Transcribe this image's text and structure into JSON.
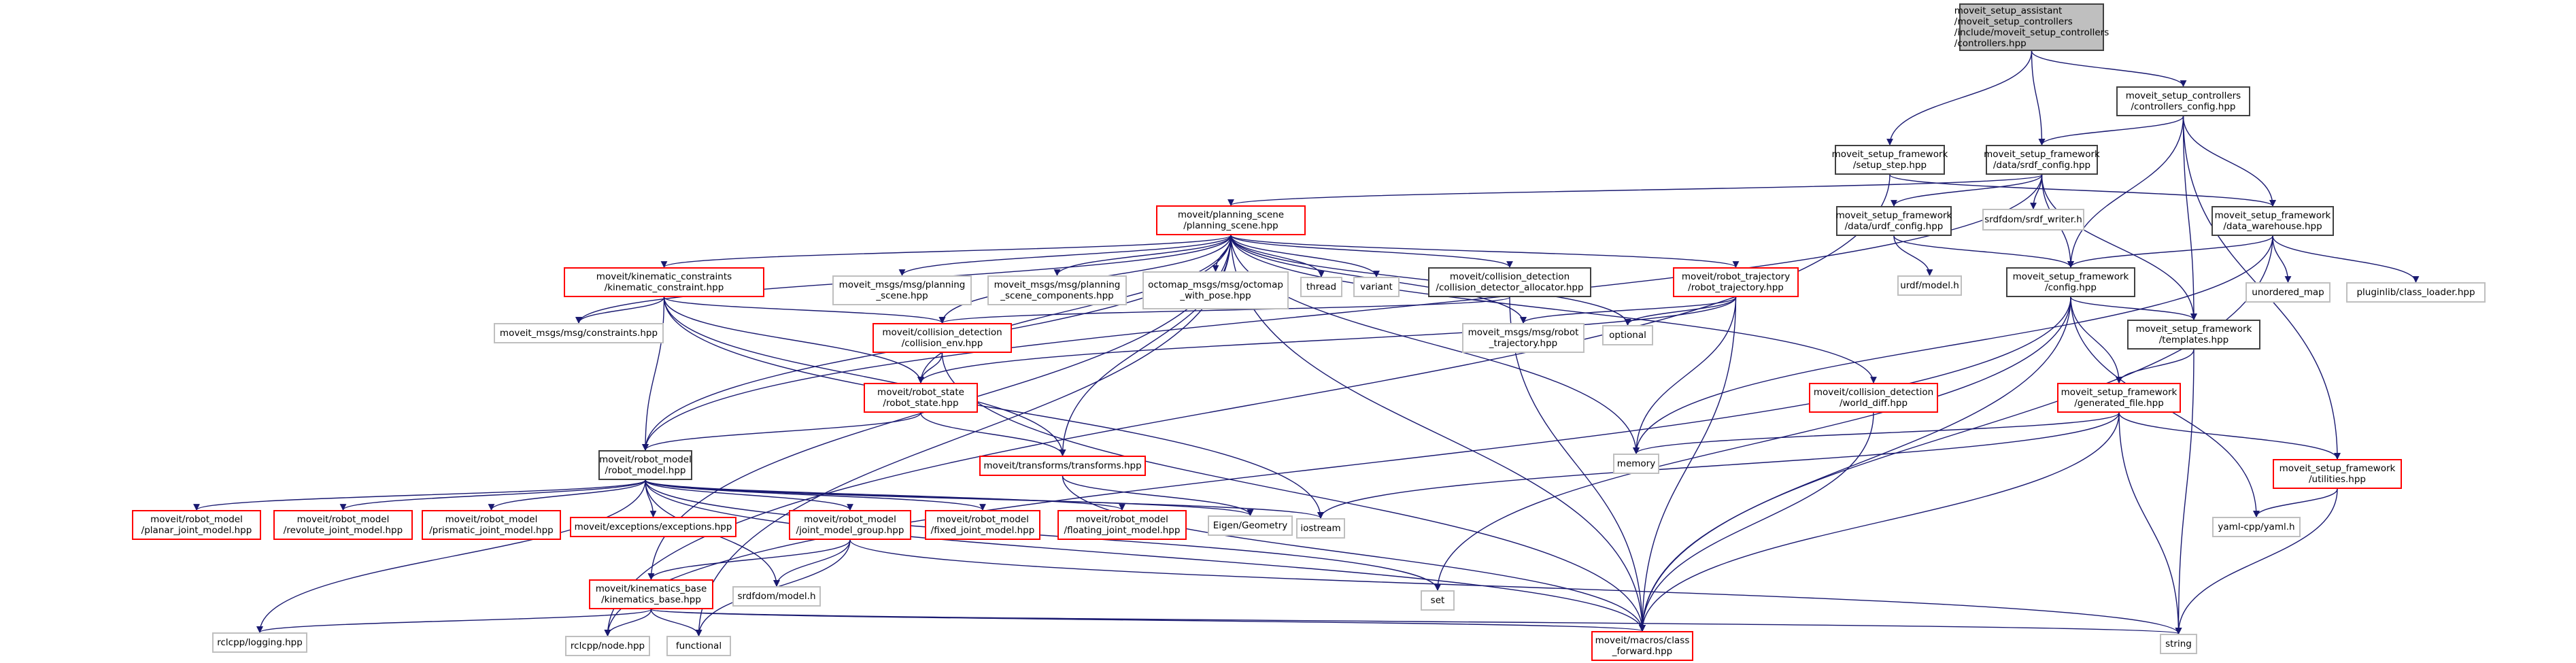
{
  "title": "Include dependency graph for controllers.hpp",
  "colors": {
    "edge": "#191970",
    "internal_border": "#404040",
    "missing_border": "#ff0000",
    "external_border": "#bfbfbf",
    "root_fill": "#bfbfbf"
  },
  "nodes": [
    {
      "id": "root",
      "kind": "root",
      "label": "moveit_setup_assistant\n/moveit_setup_controllers\n/include/moveit_setup_controllers\n/controllers.hpp"
    },
    {
      "id": "ctrl_cfg",
      "kind": "int",
      "label": "moveit_setup_controllers\n/controllers_config.hpp"
    },
    {
      "id": "setup_step",
      "kind": "int",
      "label": "moveit_setup_framework\n/setup_step.hpp"
    },
    {
      "id": "srdf_cfg",
      "kind": "int",
      "label": "moveit_setup_framework\n/data/srdf_config.hpp"
    },
    {
      "id": "planning_scene",
      "kind": "red",
      "label": "moveit/planning_scene\n/planning_scene.hpp"
    },
    {
      "id": "urdf_cfg",
      "kind": "int",
      "label": "moveit_setup_framework\n/data/urdf_config.hpp"
    },
    {
      "id": "srdf_writer",
      "kind": "ext",
      "label": "srdfdom/srdf_writer.h"
    },
    {
      "id": "data_wh",
      "kind": "int",
      "label": "moveit_setup_framework\n/data_warehouse.hpp"
    },
    {
      "id": "kin_con",
      "kind": "red",
      "label": "moveit/kinematic_constraints\n/kinematic_constraint.hpp"
    },
    {
      "id": "msg_ps",
      "kind": "ext",
      "label": "moveit_msgs/msg/planning\n_scene.hpp"
    },
    {
      "id": "msg_psc",
      "kind": "ext",
      "label": "moveit_msgs/msg/planning\n_scene_components.hpp"
    },
    {
      "id": "octomap",
      "kind": "ext",
      "label": "octomap_msgs/msg/octomap\n_with_pose.hpp"
    },
    {
      "id": "thread",
      "kind": "ext",
      "label": "thread"
    },
    {
      "id": "variant",
      "kind": "ext",
      "label": "variant"
    },
    {
      "id": "cd_alloc",
      "kind": "int",
      "label": "moveit/collision_detection\n/collision_detector_allocator.hpp"
    },
    {
      "id": "robot_traj",
      "kind": "red",
      "label": "moveit/robot_trajectory\n/robot_trajectory.hpp"
    },
    {
      "id": "urdf_model",
      "kind": "ext",
      "label": "urdf/model.h"
    },
    {
      "id": "config",
      "kind": "int",
      "label": "moveit_setup_framework\n/config.hpp"
    },
    {
      "id": "unordered_map",
      "kind": "ext",
      "label": "unordered_map"
    },
    {
      "id": "class_loader",
      "kind": "ext",
      "label": "pluginlib/class_loader.hpp"
    },
    {
      "id": "msg_con",
      "kind": "ext",
      "label": "moveit_msgs/msg/constraints.hpp"
    },
    {
      "id": "coll_env",
      "kind": "red",
      "label": "moveit/collision_detection\n/collision_env.hpp"
    },
    {
      "id": "msg_rt",
      "kind": "ext",
      "label": "moveit_msgs/msg/robot\n_trajectory.hpp"
    },
    {
      "id": "optional",
      "kind": "ext",
      "label": "optional"
    },
    {
      "id": "templates",
      "kind": "int",
      "label": "moveit_setup_framework\n/templates.hpp"
    },
    {
      "id": "robot_state",
      "kind": "red",
      "label": "moveit/robot_state\n/robot_state.hpp"
    },
    {
      "id": "world_diff",
      "kind": "red",
      "label": "moveit/collision_detection\n/world_diff.hpp"
    },
    {
      "id": "gen_file",
      "kind": "red",
      "label": "moveit_setup_framework\n/generated_file.hpp"
    },
    {
      "id": "robot_model",
      "kind": "int",
      "label": "moveit/robot_model\n/robot_model.hpp"
    },
    {
      "id": "transforms",
      "kind": "red",
      "label": "moveit/transforms/transforms.hpp"
    },
    {
      "id": "memory",
      "kind": "ext",
      "label": "memory"
    },
    {
      "id": "utilities",
      "kind": "red",
      "label": "moveit_setup_framework\n/utilities.hpp"
    },
    {
      "id": "planar",
      "kind": "red",
      "label": "moveit/robot_model\n/planar_joint_model.hpp"
    },
    {
      "id": "revolute",
      "kind": "red",
      "label": "moveit/robot_model\n/revolute_joint_model.hpp"
    },
    {
      "id": "prismatic",
      "kind": "red",
      "label": "moveit/robot_model\n/prismatic_joint_model.hpp"
    },
    {
      "id": "exceptions",
      "kind": "red",
      "label": "moveit/exceptions/exceptions.hpp"
    },
    {
      "id": "jmg",
      "kind": "red",
      "label": "moveit/robot_model\n/joint_model_group.hpp"
    },
    {
      "id": "fixed",
      "kind": "red",
      "label": "moveit/robot_model\n/fixed_joint_model.hpp"
    },
    {
      "id": "floating",
      "kind": "red",
      "label": "moveit/robot_model\n/floating_joint_model.hpp"
    },
    {
      "id": "eigen",
      "kind": "ext",
      "label": "Eigen/Geometry"
    },
    {
      "id": "iostream",
      "kind": "ext",
      "label": "iostream"
    },
    {
      "id": "yaml",
      "kind": "ext",
      "label": "yaml-cpp/yaml.h"
    },
    {
      "id": "kin_base",
      "kind": "red",
      "label": "moveit/kinematics_base\n/kinematics_base.hpp"
    },
    {
      "id": "srdf_model",
      "kind": "ext",
      "label": "srdfdom/model.h"
    },
    {
      "id": "set",
      "kind": "ext",
      "label": "set"
    },
    {
      "id": "logging",
      "kind": "ext",
      "label": "rclcpp/logging.hpp"
    },
    {
      "id": "node",
      "kind": "ext",
      "label": "rclcpp/node.hpp"
    },
    {
      "id": "functional",
      "kind": "ext",
      "label": "functional"
    },
    {
      "id": "class_fwd",
      "kind": "red",
      "label": "moveit/macros/class\n_forward.hpp"
    },
    {
      "id": "string",
      "kind": "ext",
      "label": "string"
    }
  ],
  "edges": [
    [
      "root",
      "setup_step"
    ],
    [
      "root",
      "srdf_cfg"
    ],
    [
      "root",
      "ctrl_cfg"
    ],
    [
      "ctrl_cfg",
      "srdf_cfg"
    ],
    [
      "ctrl_cfg",
      "config"
    ],
    [
      "ctrl_cfg",
      "data_wh"
    ],
    [
      "ctrl_cfg",
      "templates"
    ],
    [
      "ctrl_cfg",
      "utilities"
    ],
    [
      "setup_step",
      "data_wh"
    ],
    [
      "setup_step",
      "node"
    ],
    [
      "srdf_cfg",
      "planning_scene"
    ],
    [
      "srdf_cfg",
      "urdf_cfg"
    ],
    [
      "srdf_cfg",
      "srdf_writer"
    ],
    [
      "srdf_cfg",
      "config"
    ],
    [
      "srdf_cfg",
      "templates"
    ],
    [
      "srdf_cfg",
      "robot_model"
    ],
    [
      "urdf_cfg",
      "urdf_model"
    ],
    [
      "urdf_cfg",
      "config"
    ],
    [
      "data_wh",
      "config"
    ],
    [
      "data_wh",
      "unordered_map"
    ],
    [
      "data_wh",
      "class_loader"
    ],
    [
      "data_wh",
      "memory"
    ],
    [
      "data_wh",
      "class_fwd"
    ],
    [
      "config",
      "templates"
    ],
    [
      "config",
      "gen_file"
    ],
    [
      "config",
      "set"
    ],
    [
      "config",
      "yaml"
    ],
    [
      "config",
      "class_fwd"
    ],
    [
      "config",
      "node"
    ],
    [
      "templates",
      "gen_file"
    ],
    [
      "templates",
      "string"
    ],
    [
      "gen_file",
      "memory"
    ],
    [
      "gen_file",
      "utilities"
    ],
    [
      "gen_file",
      "iostream"
    ],
    [
      "gen_file",
      "string"
    ],
    [
      "gen_file",
      "class_fwd"
    ],
    [
      "utilities",
      "yaml"
    ],
    [
      "utilities",
      "string"
    ],
    [
      "planning_scene",
      "kin_con"
    ],
    [
      "planning_scene",
      "msg_ps"
    ],
    [
      "planning_scene",
      "msg_psc"
    ],
    [
      "planning_scene",
      "octomap"
    ],
    [
      "planning_scene",
      "thread"
    ],
    [
      "planning_scene",
      "variant"
    ],
    [
      "planning_scene",
      "cd_alloc"
    ],
    [
      "planning_scene",
      "robot_traj"
    ],
    [
      "planning_scene",
      "msg_con"
    ],
    [
      "planning_scene",
      "coll_env"
    ],
    [
      "planning_scene",
      "msg_rt"
    ],
    [
      "planning_scene",
      "optional"
    ],
    [
      "planning_scene",
      "robot_state"
    ],
    [
      "planning_scene",
      "world_diff"
    ],
    [
      "planning_scene",
      "transforms"
    ],
    [
      "planning_scene",
      "memory"
    ],
    [
      "planning_scene",
      "robot_model"
    ],
    [
      "planning_scene",
      "kin_base"
    ],
    [
      "planning_scene",
      "functional"
    ],
    [
      "planning_scene",
      "class_fwd"
    ],
    [
      "kin_con",
      "msg_con"
    ],
    [
      "kin_con",
      "coll_env"
    ],
    [
      "kin_con",
      "robot_state"
    ],
    [
      "kin_con",
      "robot_model"
    ],
    [
      "kin_con",
      "transforms"
    ],
    [
      "kin_con",
      "iostream"
    ],
    [
      "cd_alloc",
      "coll_env"
    ],
    [
      "cd_alloc",
      "class_fwd"
    ],
    [
      "robot_traj",
      "msg_rt"
    ],
    [
      "robot_traj",
      "optional"
    ],
    [
      "robot_traj",
      "robot_state"
    ],
    [
      "robot_traj",
      "memory"
    ],
    [
      "robot_traj",
      "class_fwd"
    ],
    [
      "coll_env",
      "robot_state"
    ],
    [
      "coll_env",
      "class_fwd"
    ],
    [
      "robot_state",
      "robot_model"
    ],
    [
      "robot_state",
      "transforms"
    ],
    [
      "world_diff",
      "class_fwd"
    ],
    [
      "transforms",
      "eigen"
    ],
    [
      "transforms",
      "class_fwd"
    ],
    [
      "robot_model",
      "planar"
    ],
    [
      "robot_model",
      "revolute"
    ],
    [
      "robot_model",
      "prismatic"
    ],
    [
      "robot_model",
      "exceptions"
    ],
    [
      "robot_model",
      "jmg"
    ],
    [
      "robot_model",
      "fixed"
    ],
    [
      "robot_model",
      "floating"
    ],
    [
      "robot_model",
      "eigen"
    ],
    [
      "robot_model",
      "iostream"
    ],
    [
      "robot_model",
      "srdf_model"
    ],
    [
      "robot_model",
      "logging"
    ],
    [
      "robot_model",
      "class_fwd"
    ],
    [
      "robot_model",
      "set"
    ],
    [
      "jmg",
      "kin_base"
    ],
    [
      "jmg",
      "srdf_model"
    ],
    [
      "jmg",
      "functional"
    ],
    [
      "jmg",
      "string"
    ],
    [
      "kin_base",
      "logging"
    ],
    [
      "kin_base",
      "node"
    ],
    [
      "kin_base",
      "functional"
    ],
    [
      "kin_base",
      "class_fwd"
    ],
    [
      "kin_base",
      "string"
    ]
  ]
}
